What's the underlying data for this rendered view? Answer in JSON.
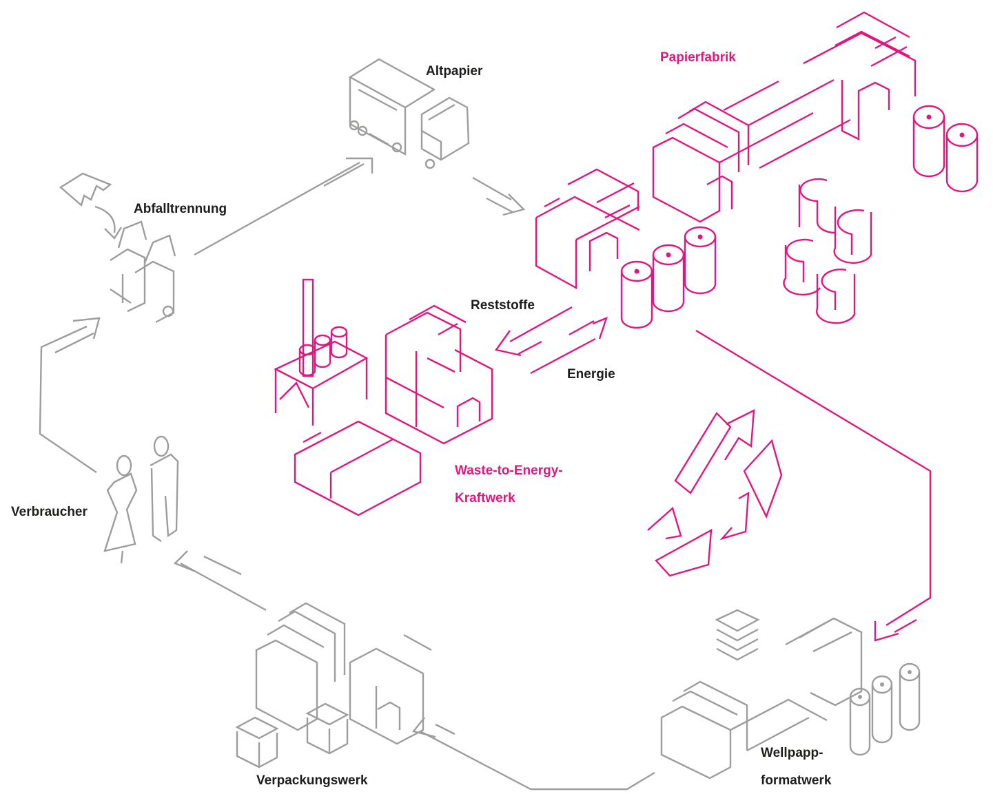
{
  "labels": {
    "altpapier": "Altpapier",
    "papierfabrik": "Papierfabrik",
    "abfalltrennung": "Abfalltrennung",
    "reststoffe": "Reststoffe",
    "energie": "Energie",
    "waste_line1": "Waste-to-Energy-",
    "waste_line2": "Kraftwerk",
    "verbraucher": "Verbraucher",
    "verpackungswerk": "Verpackungswerk",
    "wellpapp_line1": "Wellpapp-",
    "wellpapp_line2": "formatwerk"
  },
  "colors": {
    "accent": "#e3157e",
    "neutral": "#9d9d9c",
    "text": "#1d1d1b"
  }
}
